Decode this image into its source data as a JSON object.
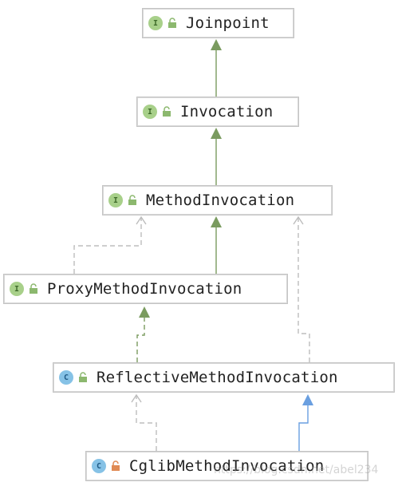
{
  "diagram": {
    "nodes": [
      {
        "id": "joinpoint",
        "label": "Joinpoint",
        "kind": "interface",
        "badge": "I",
        "access": "public"
      },
      {
        "id": "invocation",
        "label": "Invocation",
        "kind": "interface",
        "badge": "I",
        "access": "public"
      },
      {
        "id": "method_invocation",
        "label": "MethodInvocation",
        "kind": "interface",
        "badge": "I",
        "access": "public"
      },
      {
        "id": "proxy_method_invocation",
        "label": "ProxyMethodInvocation",
        "kind": "interface",
        "badge": "I",
        "access": "public"
      },
      {
        "id": "reflective_method_invocation",
        "label": "ReflectiveMethodInvocation",
        "kind": "class",
        "badge": "C",
        "access": "public"
      },
      {
        "id": "cglib_method_invocation",
        "label": "CglibMethodInvocation",
        "kind": "class",
        "badge": "C",
        "access": "private"
      }
    ],
    "edges": [
      {
        "from": "invocation",
        "to": "joinpoint",
        "type": "extends"
      },
      {
        "from": "method_invocation",
        "to": "invocation",
        "type": "extends"
      },
      {
        "from": "proxy_method_invocation",
        "to": "method_invocation",
        "type": "extends"
      },
      {
        "from": "proxy_method_invocation",
        "to": "method_invocation",
        "type": "implements-dashed"
      },
      {
        "from": "reflective_method_invocation",
        "to": "proxy_method_invocation",
        "type": "implements"
      },
      {
        "from": "reflective_method_invocation",
        "to": "method_invocation",
        "type": "implements-dashed"
      },
      {
        "from": "cglib_method_invocation",
        "to": "reflective_method_invocation",
        "type": "class-extends"
      },
      {
        "from": "cglib_method_invocation",
        "to": "reflective_method_invocation",
        "type": "implements-dashed"
      }
    ],
    "colors": {
      "interface_edge": "#7a9b5f",
      "class_edge": "#6a9fe0",
      "dashed_edge": "#bdbdbd",
      "public_lock": "#8cb86e",
      "private_lock": "#e08a54"
    },
    "watermark": "https://blog.csdn.net/abel234"
  }
}
